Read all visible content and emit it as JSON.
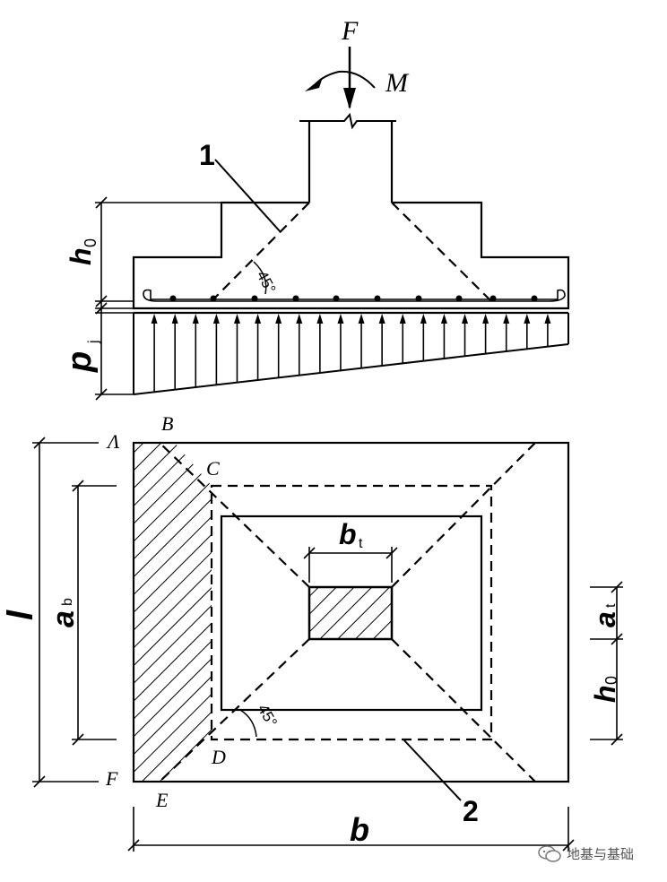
{
  "elevation": {
    "load_F": "F",
    "moment_M": "M",
    "label_1": "1",
    "h0_main": "h",
    "h0_sub": "0",
    "pj_main": "p",
    "pj_sub": "j",
    "angle": "45°"
  },
  "plan": {
    "point_A": "Λ",
    "point_B": "B",
    "point_C": "C",
    "point_D": "D",
    "point_E": "E",
    "point_F": "F",
    "l": "l",
    "ab_main": "a",
    "ab_sub": "b",
    "bt_main": "b",
    "bt_sub": "t",
    "at_main": "a",
    "at_sub": "t",
    "h0_main": "h",
    "h0_sub": "0",
    "angle": "45°",
    "label_2": "2",
    "b": "b"
  },
  "watermark": {
    "text": "地基与基础",
    "icon": "wechat-icon"
  }
}
